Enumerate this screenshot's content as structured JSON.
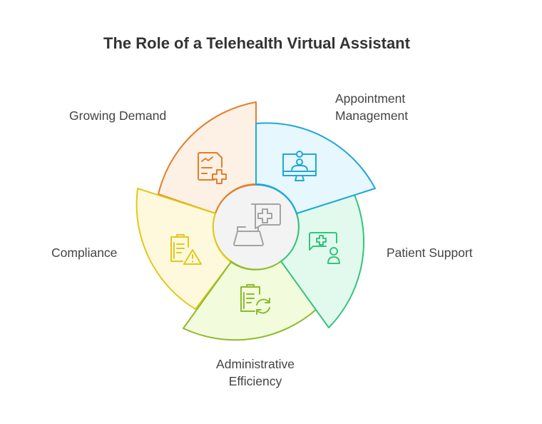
{
  "title": "The Role of a Telehealth Virtual Assistant",
  "segments": [
    {
      "label": "Growing Demand",
      "icon": "document-chart-plus-icon",
      "stroke": "#e07f2c",
      "fill": "#fdf0e4"
    },
    {
      "label_line1": "Appointment",
      "label_line2": "Management",
      "icon": "monitor-doctor-icon",
      "stroke": "#1fa8d6",
      "fill": "#e6f7fd"
    },
    {
      "label": "Patient Support",
      "icon": "chat-plus-person-icon",
      "stroke": "#34c47c",
      "fill": "#e2faee"
    },
    {
      "label_line1": "Administrative",
      "label_line2": "Efficiency",
      "icon": "clipboard-refresh-icon",
      "stroke": "#8dbb2e",
      "fill": "#f2fbdc"
    },
    {
      "label": "Compliance",
      "icon": "clipboard-warning-icon",
      "stroke": "#e2c81c",
      "fill": "#fef9dc"
    }
  ],
  "center": {
    "icon": "laptop-medical-chat-icon",
    "stroke": "#a3a3a3",
    "fill": "#f3f3f3"
  }
}
